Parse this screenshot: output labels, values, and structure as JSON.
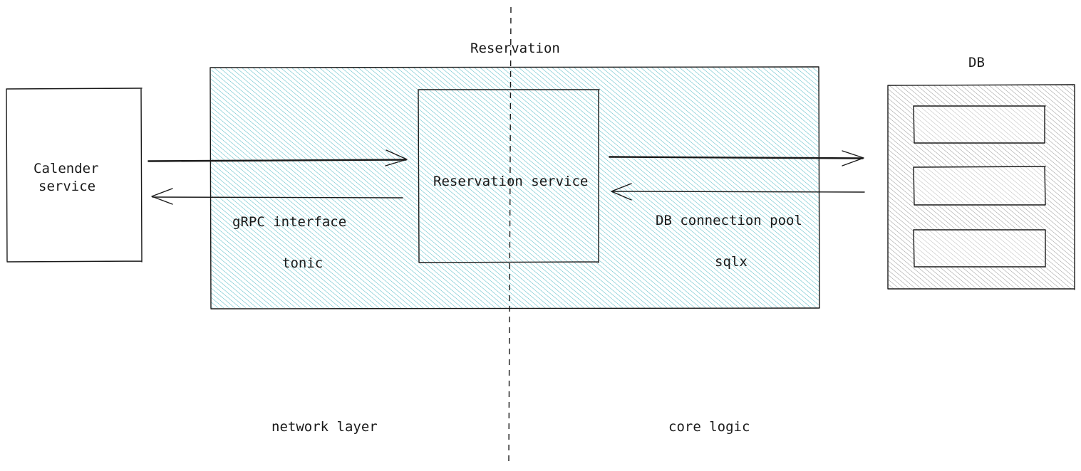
{
  "labels": {
    "reservation_title": "Reservation",
    "calendar_line1": "Calender",
    "calendar_line2": "service",
    "reservation_service": "Reservation service",
    "grpc_interface": "gRPC interface",
    "tonic": "tonic",
    "db_pool": "DB connection pool",
    "sqlx": "sqlx",
    "db": "DB",
    "network_layer": "network layer",
    "core_logic": "core logic"
  },
  "colors": {
    "reservation_hatch": "#4fb8c4",
    "db_hatch": "#8a8a8a",
    "stroke": "#1a1a1a"
  }
}
